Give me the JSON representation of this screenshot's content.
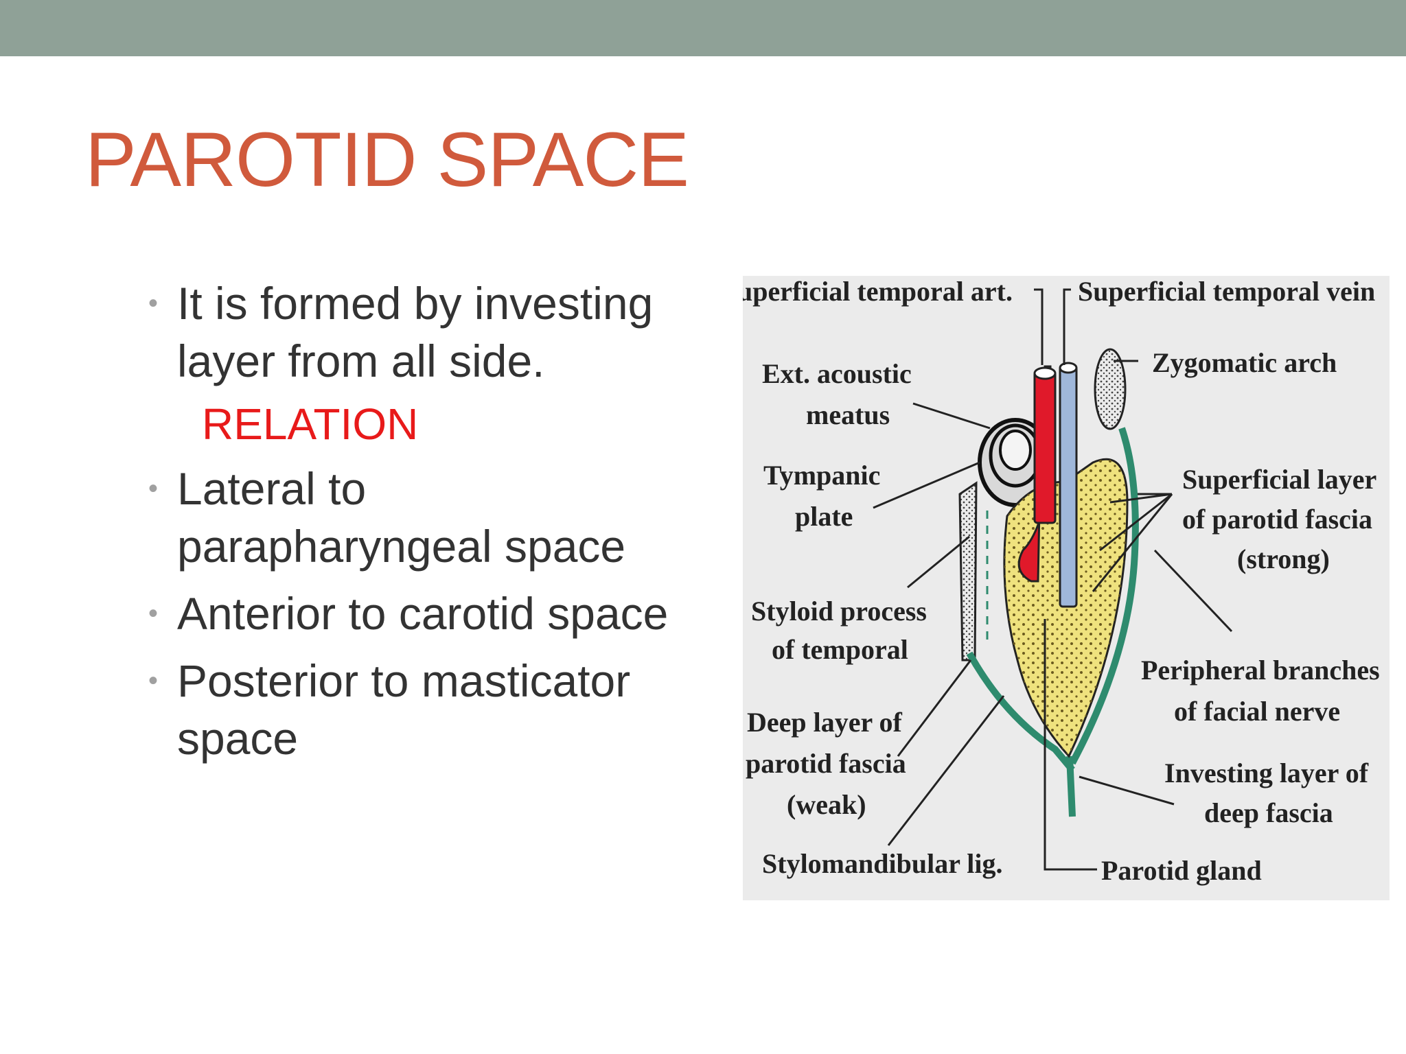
{
  "slide": {
    "title": "PAROTID SPACE",
    "bullets": [
      {
        "lines": [
          "It is formed by investing",
          "layer from all side."
        ]
      },
      {
        "lines": [
          "Lateral to",
          "parapharyngeal space"
        ]
      },
      {
        "lines": [
          "Anterior to carotid space"
        ]
      },
      {
        "lines": [
          "Posterior to masticator",
          "space"
        ]
      }
    ],
    "relation_heading": "RELATION"
  },
  "figure": {
    "labels": {
      "sup_temporal_art": "uperficial temporal art.",
      "sup_temporal_vein": "Superficial temporal vein",
      "ext_acoustic_1": "Ext. acoustic",
      "ext_acoustic_2": "meatus",
      "zygomatic_arch": "Zygomatic arch",
      "tympanic_1": "Tympanic",
      "tympanic_2": "plate",
      "sup_layer_1": "Superficial layer",
      "sup_layer_2": "of parotid fascia",
      "sup_layer_3": "(strong)",
      "styloid_1": "Styloid process",
      "styloid_2": "of temporal",
      "peripheral_1": "Peripheral branches",
      "peripheral_2": "of facial nerve",
      "deep_layer_1": "Deep layer of",
      "deep_layer_2": "parotid fascia",
      "deep_layer_3": "(weak)",
      "investing_1": "Investing layer of",
      "investing_2": "deep fascia",
      "stylomandibular": "Stylomandibular lig.",
      "parotid_gland": "Parotid gland"
    },
    "colors": {
      "artery": "#e0192a",
      "vein": "#9fb7da",
      "gland": "#efe27e",
      "fascia": "#2e8b6e",
      "background": "#ebebeb"
    }
  }
}
